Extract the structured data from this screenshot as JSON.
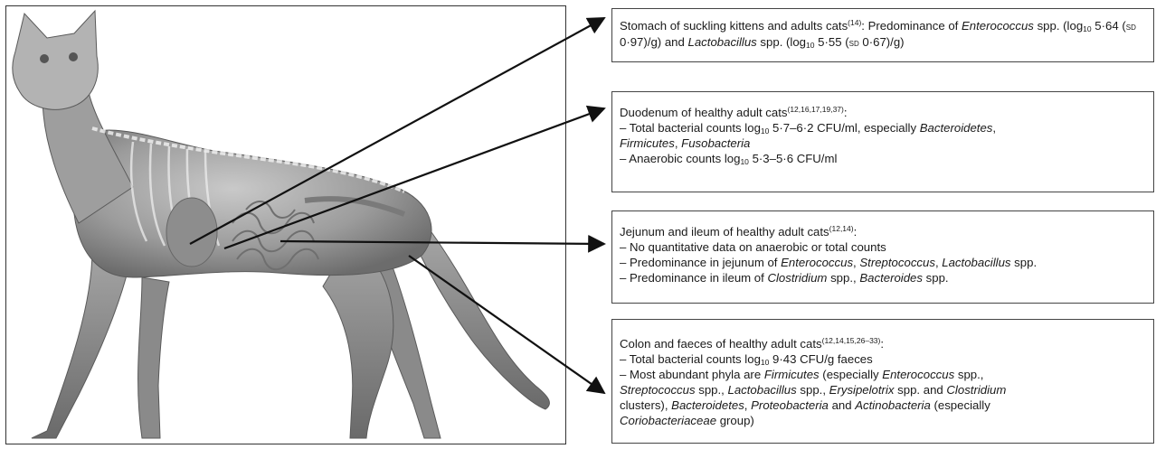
{
  "boxes": {
    "stomach": {
      "parts": [
        {
          "t": "Stomach of suckling kittens and adults cats"
        },
        {
          "t": "(14)",
          "s": "sup"
        },
        {
          "t": ": Predominance of "
        },
        {
          "t": "Enterococcus",
          "s": "i"
        },
        {
          "t": " spp. (log"
        },
        {
          "t": "10",
          "s": "sub"
        },
        {
          "t": " 5·64 ("
        },
        {
          "t": "sd",
          "s": "sc"
        },
        {
          "t": " 0·97)/g) and "
        },
        {
          "t": "Lactobacillus",
          "s": "i"
        },
        {
          "t": " spp. (log"
        },
        {
          "t": "10",
          "s": "sub"
        },
        {
          "t": " 5·55 ("
        },
        {
          "t": "sd",
          "s": "sc"
        },
        {
          "t": " 0·67)/g)"
        }
      ]
    },
    "duodenum": {
      "parts": [
        {
          "t": "Duodenum of healthy adult cats"
        },
        {
          "t": "(12,16,17,19,37)",
          "s": "sup"
        },
        {
          "t": ":"
        },
        {
          "s": "br"
        },
        {
          "t": "– Total bacterial counts log"
        },
        {
          "t": "10",
          "s": "sub"
        },
        {
          "t": " 5·7–6·2 CFU/ml, especially "
        },
        {
          "t": "Bacteroidetes",
          "s": "i"
        },
        {
          "t": ","
        },
        {
          "s": "br"
        },
        {
          "t": "Firmicutes",
          "s": "i"
        },
        {
          "t": ", "
        },
        {
          "t": "Fusobacteria",
          "s": "i"
        },
        {
          "s": "br"
        },
        {
          "t": "– Anaerobic counts log"
        },
        {
          "t": "10",
          "s": "sub"
        },
        {
          "t": " 5·3–5·6 CFU/ml"
        }
      ]
    },
    "jejunum": {
      "parts": [
        {
          "t": "Jejunum and ileum of healthy adult cats"
        },
        {
          "t": "(12,14)",
          "s": "sup"
        },
        {
          "t": ":"
        },
        {
          "s": "br"
        },
        {
          "t": "– No quantitative data on anaerobic or total counts"
        },
        {
          "s": "br"
        },
        {
          "t": "– Predominance in jejunum of "
        },
        {
          "t": "Enterococcus",
          "s": "i"
        },
        {
          "t": ", "
        },
        {
          "t": "Streptococcus",
          "s": "i"
        },
        {
          "t": ", "
        },
        {
          "t": "Lactobacillus",
          "s": "i"
        },
        {
          "t": " spp."
        },
        {
          "s": "br"
        },
        {
          "t": "– Predominance in ileum of "
        },
        {
          "t": "Clostridium",
          "s": "i"
        },
        {
          "t": " spp., "
        },
        {
          "t": "Bacteroides",
          "s": "i"
        },
        {
          "t": " spp."
        }
      ]
    },
    "colon": {
      "parts": [
        {
          "t": "Colon and faeces of healthy adult cats"
        },
        {
          "t": "(12,14,15,26–33)",
          "s": "sup"
        },
        {
          "t": ":"
        },
        {
          "s": "br"
        },
        {
          "t": "– Total bacterial counts log"
        },
        {
          "t": "10",
          "s": "sub"
        },
        {
          "t": " 9·43 CFU/g faeces"
        },
        {
          "s": "br"
        },
        {
          "t": "– Most abundant phyla are "
        },
        {
          "t": "Firmicutes",
          "s": "i"
        },
        {
          "t": " (especially "
        },
        {
          "t": "Enterococcus",
          "s": "i"
        },
        {
          "t": " spp.,"
        },
        {
          "s": "br"
        },
        {
          "t": "Streptococcus",
          "s": "i"
        },
        {
          "t": " spp., "
        },
        {
          "t": "Lactobacillus",
          "s": "i"
        },
        {
          "t": " spp., "
        },
        {
          "t": "Erysipelotrix",
          "s": "i"
        },
        {
          "t": " spp. and "
        },
        {
          "t": "Clostridium",
          "s": "i"
        },
        {
          "s": "br"
        },
        {
          "t": "clusters), "
        },
        {
          "t": "Bacteroidetes",
          "s": "i"
        },
        {
          "t": ", "
        },
        {
          "t": "Proteobacteria",
          "s": "i"
        },
        {
          "t": " and "
        },
        {
          "t": "Actinobacteria",
          "s": "i"
        },
        {
          "t": " (especially"
        },
        {
          "s": "br"
        },
        {
          "t": "Coriobacteriaceae",
          "s": "i"
        },
        {
          "t": " group)"
        }
      ]
    }
  },
  "colors": {
    "arrow": "#111111",
    "box_border": "#444444",
    "cat_body": "#9a9a9a",
    "cat_shadow": "#6f6f6f"
  }
}
